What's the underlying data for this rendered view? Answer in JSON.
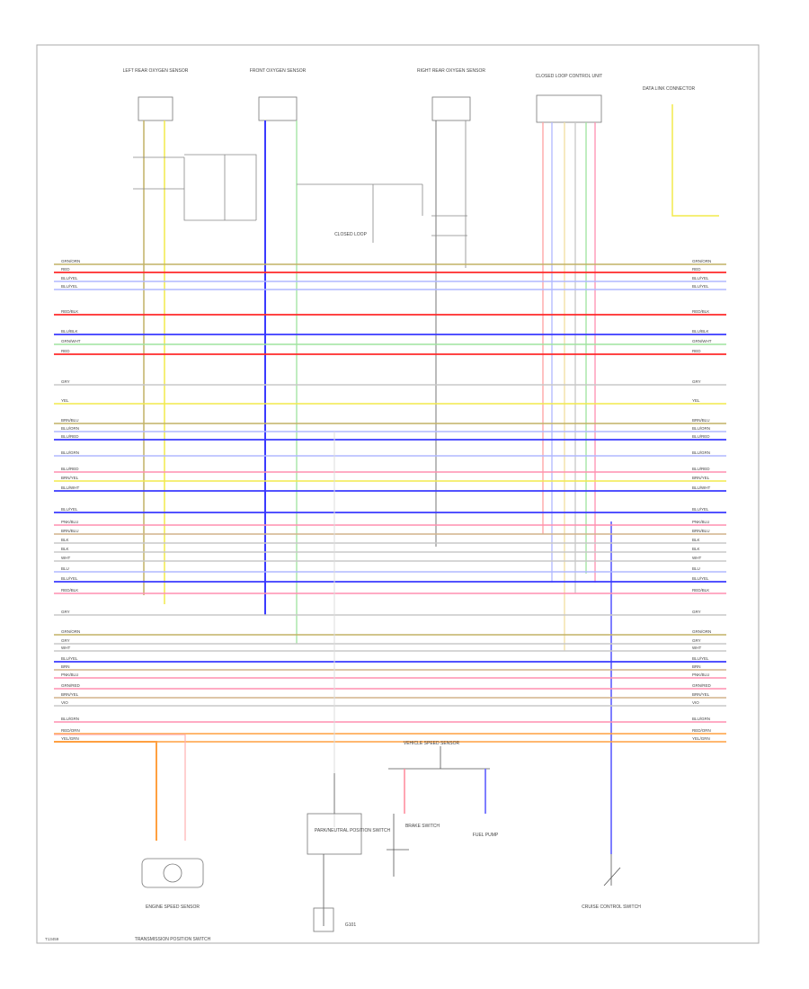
{
  "diagram": {
    "page_code": "T13459",
    "colors": {
      "frame": "#aaaaaa",
      "wire_neutral": "#bbbbbb",
      "black": "#555555",
      "red": "#ff2a2a",
      "pink": "#ff8fb0",
      "orange": "#ffa040",
      "yellow": "#f2ea4c",
      "green": "#9fe39f",
      "blue": "#3a3aff",
      "light_blue": "#b0b8ff",
      "tan": "#d2b48c",
      "grey": "#c8c8c8",
      "olive": "#c2b266"
    },
    "connectors": [
      {
        "id": "c1",
        "label": "LEFT REAR OXYGEN SENSOR"
      },
      {
        "id": "c2",
        "label": "FRONT OXYGEN SENSOR"
      },
      {
        "id": "c3",
        "label": "RIGHT REAR OXYGEN SENSOR"
      },
      {
        "id": "c4",
        "label": "CLOSED LOOP CONTROL UNIT"
      },
      {
        "id": "c5",
        "label": "DATA LINK CONNECTOR"
      }
    ],
    "bus_wires": [
      {
        "left": "GRN/ORN",
        "right": "GRN/ORN",
        "color": "olive"
      },
      {
        "left": "RED",
        "right": "RED",
        "color": "red"
      },
      {
        "left": "BLU/YEL",
        "right": "BLU/YEL",
        "color": "light_blue"
      },
      {
        "left": "BLU/YEL",
        "right": "BLU/YEL",
        "color": "light_blue"
      },
      {
        "left": "RED/BLK",
        "right": "RED/BLK",
        "color": "red"
      },
      {
        "left": "BLU/BLK",
        "right": "BLU/BLK",
        "color": "blue"
      },
      {
        "left": "GRN/WHT",
        "right": "GRN/WHT",
        "color": "green"
      },
      {
        "left": "RED",
        "right": "RED",
        "color": "red"
      },
      {
        "left": "GRY",
        "right": "GRY",
        "color": "grey"
      },
      {
        "left": "YEL",
        "right": "YEL",
        "color": "yellow"
      },
      {
        "left": "BRN/BLU",
        "right": "BRN/BLU",
        "color": "olive"
      },
      {
        "left": "BLU/ORN",
        "right": "BLU/ORN",
        "color": "light_blue"
      },
      {
        "left": "BLU/RED",
        "right": "BLU/RED",
        "color": "blue"
      },
      {
        "left": "BLU/GRN",
        "right": "BLU/GRN",
        "color": "light_blue"
      },
      {
        "left": "BLU/RED",
        "right": "BLU/RED",
        "color": "pink"
      },
      {
        "left": "BRN/YEL",
        "right": "BRN/YEL",
        "color": "yellow"
      },
      {
        "left": "BLU/WHT",
        "right": "BLU/WHT",
        "color": "blue"
      },
      {
        "left": "BLU/YEL",
        "right": "BLU/YEL",
        "color": "blue"
      },
      {
        "left": "PNK/BLU",
        "right": "PNK/BLU",
        "color": "pink"
      },
      {
        "left": "BRN/BLU",
        "right": "BRN/BLU",
        "color": "tan"
      },
      {
        "left": "BLK",
        "right": "BLK",
        "color": "grey"
      },
      {
        "left": "BLK",
        "right": "BLK",
        "color": "grey"
      },
      {
        "left": "WHT",
        "right": "WHT",
        "color": "grey"
      },
      {
        "left": "BLU",
        "right": "BLU",
        "color": "light_blue"
      },
      {
        "left": "BLU/YEL",
        "right": "BLU/YEL",
        "color": "blue"
      },
      {
        "left": "RED/BLK",
        "right": "RED/BLK",
        "color": "pink"
      },
      {
        "left": "GRY",
        "right": "GRY",
        "color": "grey"
      },
      {
        "left": "GRN/ORN",
        "right": "GRN/ORN",
        "color": "olive"
      },
      {
        "left": "GRY",
        "right": "GRY",
        "color": "grey"
      },
      {
        "left": "WHT",
        "right": "WHT",
        "color": "grey"
      },
      {
        "left": "BLU/YEL",
        "right": "BLU/YEL",
        "color": "blue"
      },
      {
        "left": "BRN",
        "right": "BRN",
        "color": "tan"
      },
      {
        "left": "PNK/BLU",
        "right": "PNK/BLU",
        "color": "pink"
      },
      {
        "left": "GRN/RED",
        "right": "GRN/RED",
        "color": "pink"
      },
      {
        "left": "BRN/YEL",
        "right": "BRN/YEL",
        "color": "tan"
      },
      {
        "left": "VIO",
        "right": "VIO",
        "color": "grey"
      },
      {
        "left": "BLU/GRN",
        "right": "BLU/GRN",
        "color": "pink"
      },
      {
        "left": "RED/ORN",
        "right": "RED/ORN",
        "color": "orange"
      },
      {
        "left": "YEL/GRN",
        "right": "YEL/GRN",
        "color": "orange"
      }
    ],
    "components": {
      "ground_point": "G101",
      "sensor_note": "CLOSED LOOP",
      "engine_speed_sensor": "ENGINE SPEED SENSOR",
      "transmission_position": "TRANSMISSION POSITION SWITCH",
      "brake_switch": "BRAKE SWITCH",
      "park_neutral": "PARK/NEUTRAL POSITION SWITCH",
      "speed_sensor": "VEHICLE SPEED SENSOR",
      "fuel_pump": "FUEL PUMP",
      "cruise_control": "CRUISE CONTROL SWITCH"
    }
  }
}
